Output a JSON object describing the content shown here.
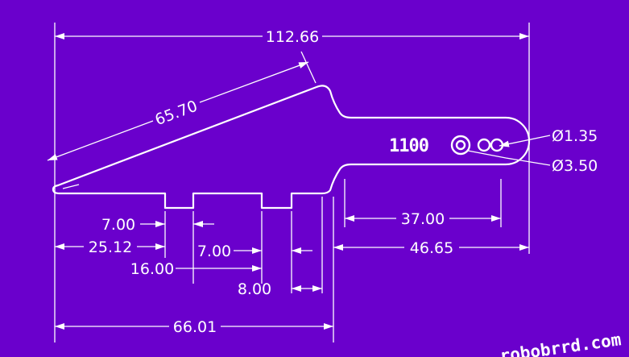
{
  "background_color": "#6a00cc",
  "line_color": "#ffffff",
  "dimensions": {
    "overall_length": "112.66",
    "angled_edge": "65.70",
    "hole_small_diameter": "Ø1.35",
    "hole_large_diameter": "Ø3.50",
    "dim_7_left": "7.00",
    "dim_25_12": "25.12",
    "dim_16": "16.00",
    "dim_7_mid": "7.00",
    "dim_8": "8.00",
    "dim_66_01": "66.01",
    "dim_37": "37.00",
    "dim_46_65": "46.65"
  },
  "part_stamp": "1100",
  "watermark": "robobrrd.com"
}
